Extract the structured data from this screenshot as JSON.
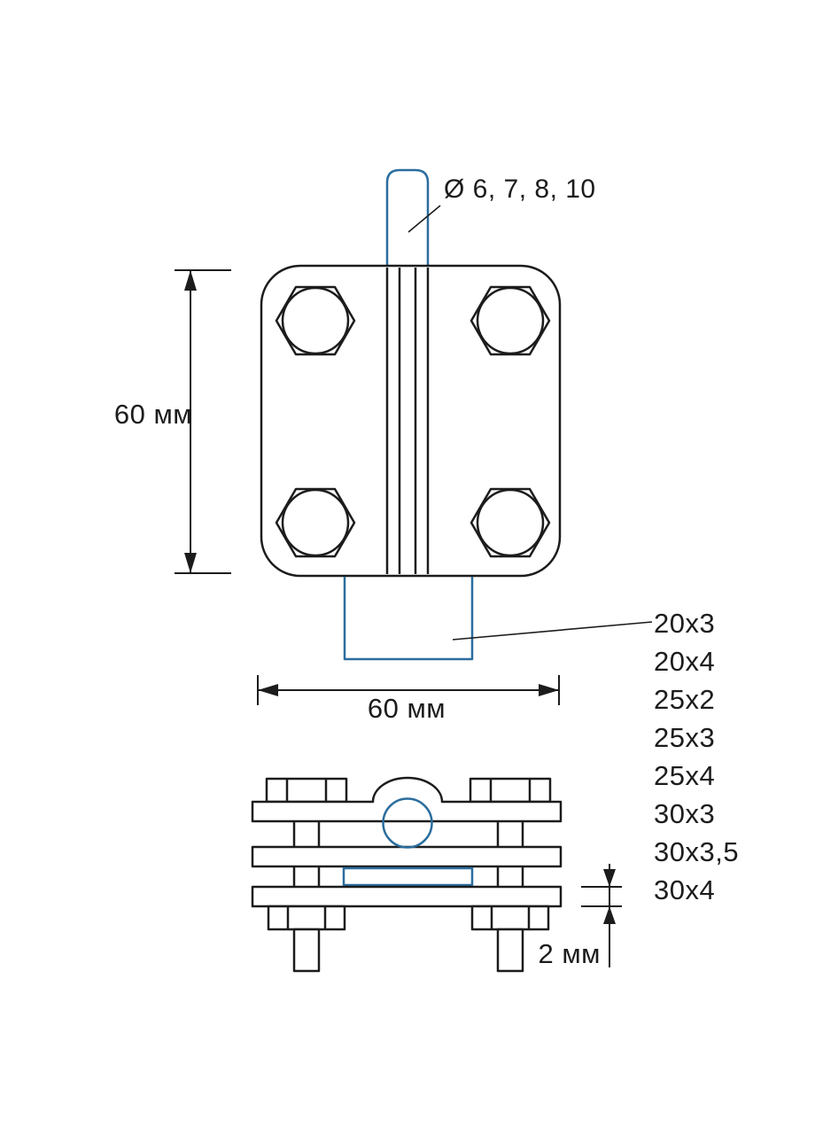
{
  "diagram": {
    "labels": {
      "rod_diameter": "Ø 6, 7, 8, 10",
      "plate_height": "60 мм",
      "plate_width": "60 мм",
      "plate_thickness": "2 мм"
    },
    "strip_sizes": [
      "20x3",
      "20x4",
      "25x2",
      "25x3",
      "25x4",
      "30x3",
      "30x3,5",
      "30x4"
    ],
    "colors": {
      "line": "#1c1c1c",
      "accent": "#2a6d9e",
      "background": "#ffffff"
    }
  }
}
